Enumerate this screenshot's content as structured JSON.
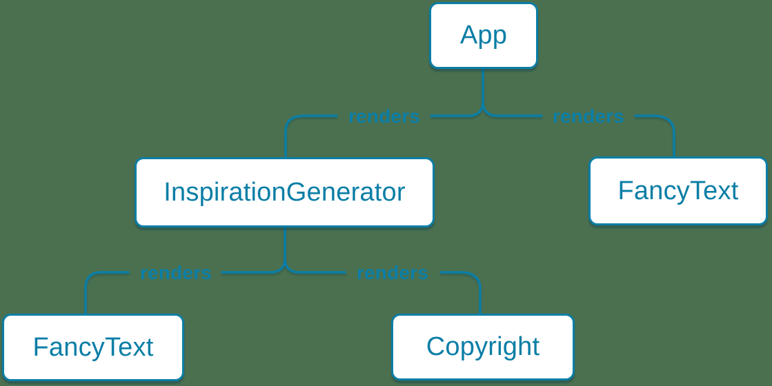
{
  "diagram": {
    "type": "component-render-tree",
    "background_color": "#4a7050",
    "accent_color": "#0b7ea6",
    "node_fill_color": "#ffffff",
    "nodes": [
      {
        "id": "app",
        "label": "App"
      },
      {
        "id": "inspiration-generator",
        "label": "InspirationGenerator"
      },
      {
        "id": "fancy-text-top",
        "label": "FancyText"
      },
      {
        "id": "fancy-text-bottom",
        "label": "FancyText"
      },
      {
        "id": "copyright",
        "label": "Copyright"
      }
    ],
    "edges": [
      {
        "from": "App",
        "to": "InspirationGenerator",
        "label": "renders"
      },
      {
        "from": "App",
        "to": "FancyText",
        "label": "renders"
      },
      {
        "from": "InspirationGenerator",
        "to": "FancyText",
        "label": "renders"
      },
      {
        "from": "InspirationGenerator",
        "to": "Copyright",
        "label": "renders"
      }
    ]
  }
}
